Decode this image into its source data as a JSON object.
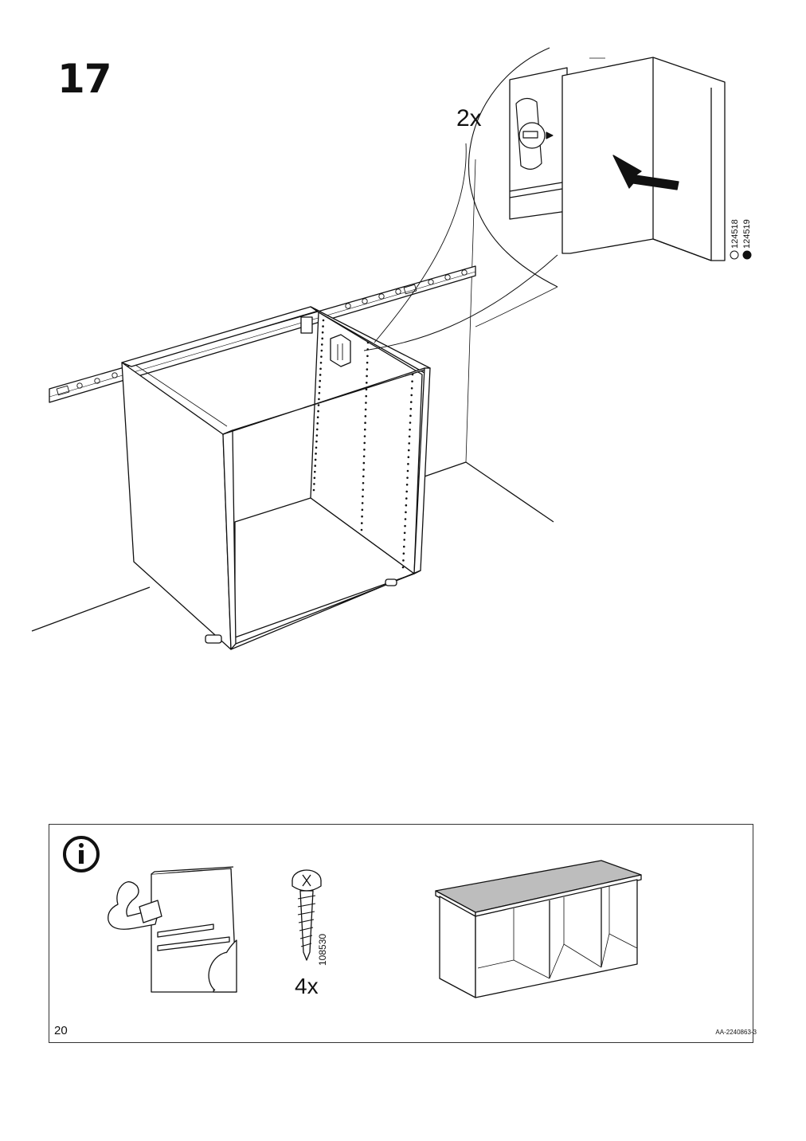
{
  "step": {
    "number": "17"
  },
  "detail": {
    "quantity": "2x"
  },
  "parts": {
    "light": "124518",
    "dark": "124519"
  },
  "info": {
    "screw_part": "108530",
    "screw_quantity": "4x"
  },
  "footer": {
    "page_number": "20",
    "doc_code": "AA-2240863-3"
  }
}
